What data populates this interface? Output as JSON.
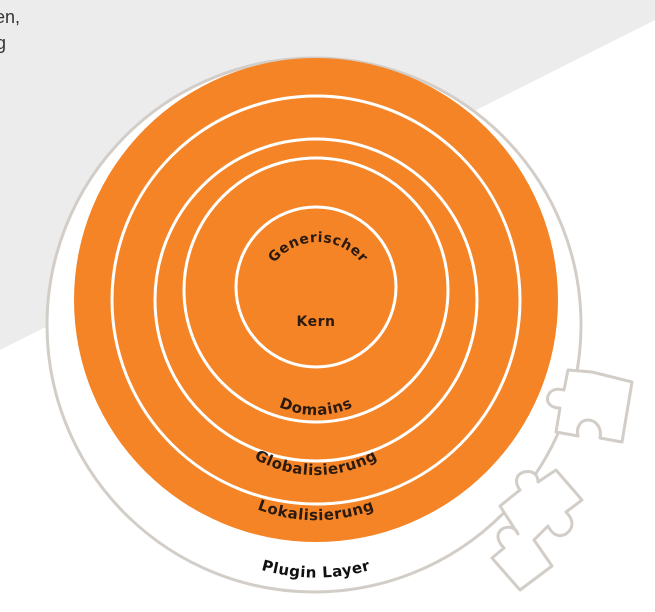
{
  "intro": {
    "line1": "zen,",
    "line2": "ig"
  },
  "rings": {
    "core": "Generischer",
    "core_line2": "Kern",
    "domains": "Domains",
    "globalisierung": "Globalisierung",
    "lokalisierung": "Lokalisierung",
    "plugin": "Plugin Layer"
  },
  "colors": {
    "orange": "#f58426",
    "background_grey": "#ececec",
    "outline_grey": "#d3cdc8",
    "text_dark": "#2b1a10"
  },
  "icons": [
    "puzzle-piece-icon",
    "puzzle-piece-icon"
  ]
}
